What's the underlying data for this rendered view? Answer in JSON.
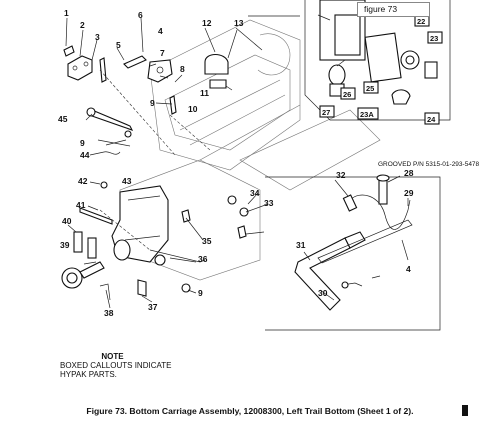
{
  "tab_label": "figure 73",
  "caption": "Figure 73.  Bottom Carriage Assembly, 12008300, Left Trail Bottom (Sheet 1 of 2).",
  "note": {
    "title": "NOTE",
    "lines": [
      "BOXED CALLOUTS INDICATE",
      "HYPAK PARTS."
    ]
  },
  "grooved_label": "GROOVED P/N 5315-01-293-5478",
  "callouts": {
    "c1": "1",
    "c2": "2",
    "c3": "3",
    "c4": "4",
    "c5": "5",
    "c6": "6",
    "c7": "7",
    "c8": "8",
    "c9a": "9",
    "c9b": "9",
    "c9c": "9",
    "c10": "10",
    "c11": "11",
    "c12": "12",
    "c13": "13",
    "c4b": "4",
    "c28": "28",
    "c29": "29",
    "c30": "30",
    "c31": "31",
    "c32": "32",
    "c33": "33",
    "c34": "34",
    "c35": "35",
    "c36": "36",
    "c37": "37",
    "c38": "38",
    "c39": "39",
    "c40": "40",
    "c41": "41",
    "c42": "42",
    "c43": "43",
    "c44": "44",
    "c45": "45"
  },
  "boxed_callouts": {
    "b22": "22",
    "b23": "23",
    "b24": "24",
    "b25": "25",
    "b26": "26",
    "b27": "27",
    "b23a": "23A"
  }
}
